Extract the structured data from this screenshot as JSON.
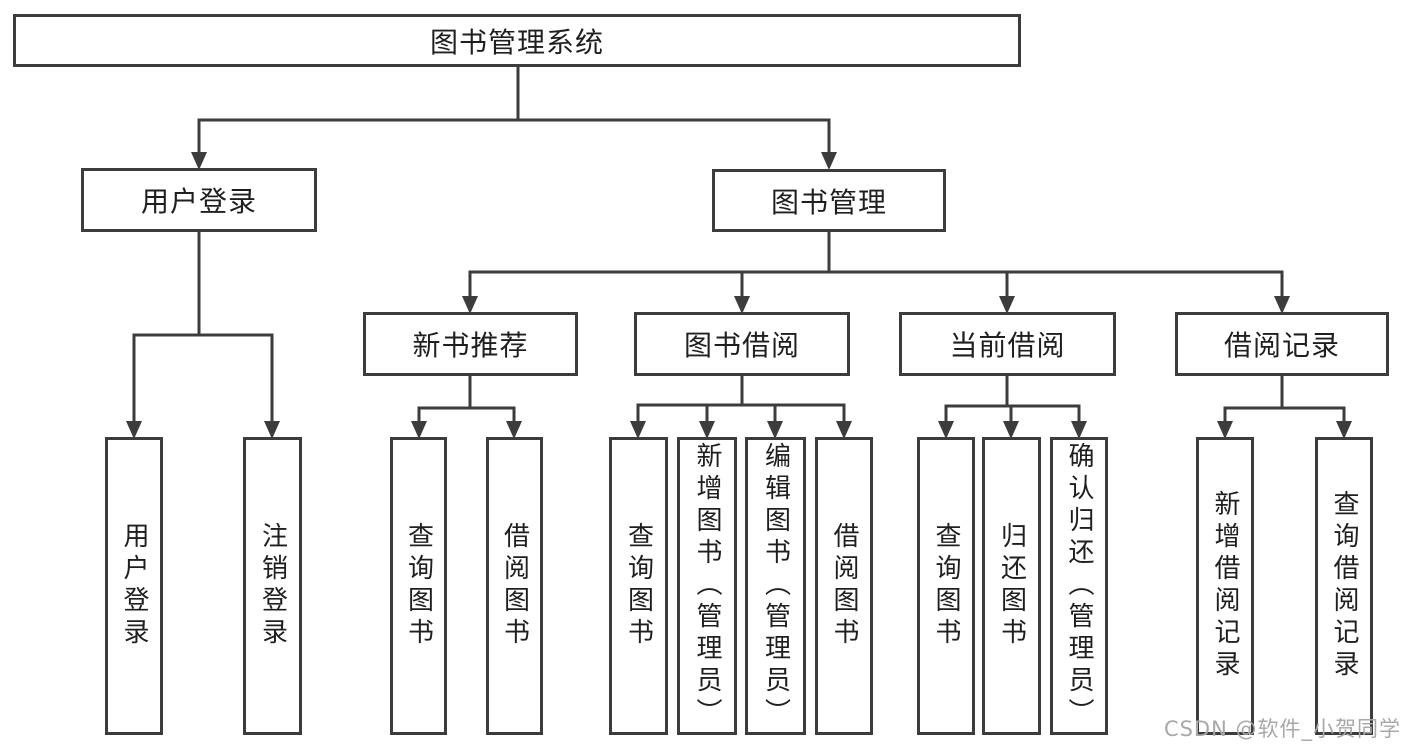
{
  "tree": {
    "root": "图书管理系统",
    "level2": [
      {
        "label": "用户登录",
        "children": [
          "用户登录",
          "注销登录"
        ]
      },
      {
        "label": "图书管理",
        "children": [
          {
            "label": "新书推荐",
            "children": [
              "查询图书",
              "借阅图书"
            ]
          },
          {
            "label": "图书借阅",
            "children": [
              "查询图书",
              "新增图书（管理员）",
              "编辑图书（管理员）",
              "借阅图书"
            ]
          },
          {
            "label": "当前借阅",
            "children": [
              "查询图书",
              "归还图书",
              "确认归还（管理员）"
            ]
          },
          {
            "label": "借阅记录",
            "children": [
              "新增借阅记录",
              "查询借阅记录"
            ]
          }
        ]
      }
    ]
  },
  "watermark": {
    "text": "CSDN @软件_小贺同学"
  },
  "colors": {
    "line": "#3c3c3c",
    "box_border": "#3c3c3c",
    "text": "#1f1f1f",
    "background": "#ffffff",
    "watermark": "#a8a8a8"
  }
}
